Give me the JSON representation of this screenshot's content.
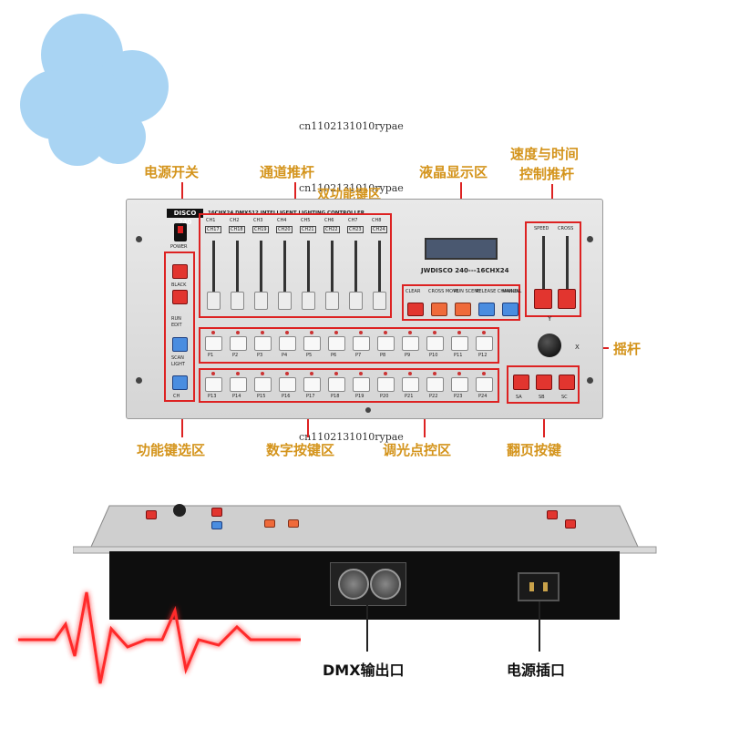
{
  "callouts": {
    "power_switch": "电源开关",
    "channel_faders": "通道推杆",
    "dual_function_keys": "双功能键区",
    "lcd_area": "液晶显示区",
    "speed_time_1": "速度与时间",
    "speed_time_2": "控制推杆",
    "joystick": "摇杆",
    "function_keys": "功能键选区",
    "number_keys": "数字按键区",
    "dimmer_area": "调光点控区",
    "page_keys": "翻页按键",
    "dmx_output": "DMX输出口",
    "power_socket": "电源插口"
  },
  "watermark": "cn1102131010rypae",
  "device": {
    "brand": "DISCO 240",
    "header": "16CHX24 DMX512 INTELLIGENT LIGHTING CONTROLLER",
    "model_label": "JWDISCO 240---16CHX24",
    "power_label": "POWER",
    "left_labels": [
      "BLACK",
      "RUN",
      "EDIT",
      "SCAN",
      "LIGHT",
      "CH"
    ],
    "ch_labels": [
      "CH1",
      "CH2",
      "CH3",
      "CH4",
      "CH5",
      "CH6",
      "CH7",
      "CH8"
    ],
    "ch_alt_labels": [
      "CH17",
      "CH18",
      "CH19",
      "CH20",
      "CH21",
      "CH22",
      "CH23",
      "CH24"
    ],
    "row1_labels": [
      "P1",
      "P2",
      "P3",
      "P4",
      "P5",
      "P6",
      "P7",
      "P8",
      "P9",
      "P10",
      "P11",
      "P12"
    ],
    "row2_labels": [
      "P13",
      "P14",
      "P15",
      "P16",
      "P17",
      "P18",
      "P19",
      "P20",
      "P21",
      "P22",
      "P23",
      "P24"
    ],
    "func_labels": [
      "CLEAR",
      "CROSS MOVE",
      "RUN SCENE",
      "RELEASE CHANNEL",
      "MANUAL"
    ],
    "speed_label": "SPEED",
    "cross_label": "CROSS",
    "page_labels": [
      "SA",
      "SB",
      "SC"
    ],
    "joystick_axes": [
      "Y",
      "X"
    ]
  },
  "colors": {
    "callout": "#d4941c",
    "box": "#d22222",
    "flower": "#a9d4f3"
  }
}
